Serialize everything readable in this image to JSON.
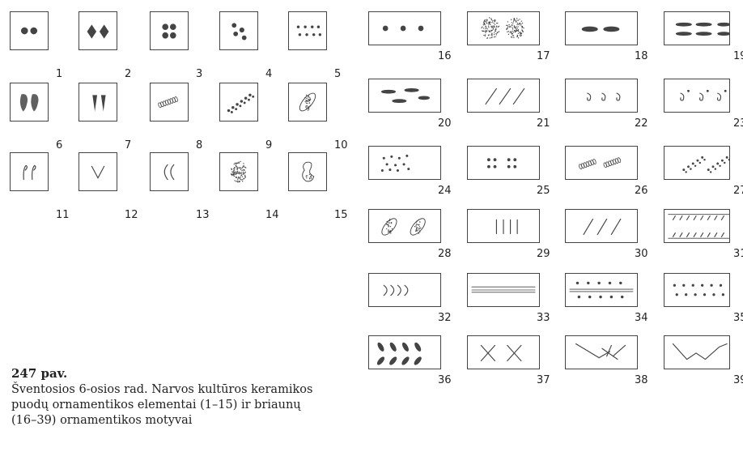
{
  "figure": {
    "title": "247 pav.",
    "description": "Šventosios 6-osios rad. Narvos kultūros keramikos puodų ornamentikos elementai (1–15) ir briaunų (16–39) ornamentikos motyvai"
  },
  "ornament_elements": [
    {
      "number": "1",
      "motif": "two-round-dots"
    },
    {
      "number": "2",
      "motif": "two-diamonds"
    },
    {
      "number": "3",
      "motif": "double-dot-pairs"
    },
    {
      "number": "4",
      "motif": "dot-cluster"
    },
    {
      "number": "5",
      "motif": "small-dot-rows"
    },
    {
      "number": "6",
      "motif": "two-teardrops"
    },
    {
      "number": "7",
      "motif": "two-wedges"
    },
    {
      "number": "8",
      "motif": "cord-impression"
    },
    {
      "number": "9",
      "motif": "diagonal-dot-row"
    },
    {
      "number": "10",
      "motif": "oval-impression"
    },
    {
      "number": "11",
      "motif": "two-hooks"
    },
    {
      "number": "12",
      "motif": "v-shape"
    },
    {
      "number": "13",
      "motif": "two-arcs"
    },
    {
      "number": "14",
      "motif": "dotted-oval"
    },
    {
      "number": "15",
      "motif": "irregular-outline"
    }
  ],
  "rim_motifs": [
    {
      "number": "16",
      "motif": "three-dots"
    },
    {
      "number": "17",
      "motif": "two-stippled-circles"
    },
    {
      "number": "18",
      "motif": "two-dashes"
    },
    {
      "number": "19",
      "motif": "double-dash-rows"
    },
    {
      "number": "20",
      "motif": "scattered-dashes"
    },
    {
      "number": "21",
      "motif": "three-diagonals"
    },
    {
      "number": "22",
      "motif": "three-hooks"
    },
    {
      "number": "23",
      "motif": "hooks-and-dots"
    },
    {
      "number": "24",
      "motif": "scattered-dots"
    },
    {
      "number": "25",
      "motif": "dot-groups"
    },
    {
      "number": "26",
      "motif": "two-cord-impressions"
    },
    {
      "number": "27",
      "motif": "diagonal-dot-bands"
    },
    {
      "number": "28",
      "motif": "two-ovals"
    },
    {
      "number": "29",
      "motif": "four-verticals"
    },
    {
      "number": "30",
      "motif": "three-slants"
    },
    {
      "number": "31",
      "motif": "slanted-hatch-rows"
    },
    {
      "number": "32",
      "motif": "four-arcs"
    },
    {
      "number": "33",
      "motif": "horizontal-double-lines"
    },
    {
      "number": "34",
      "motif": "dots-between-lines"
    },
    {
      "number": "35",
      "motif": "two-dot-rows"
    },
    {
      "number": "36",
      "motif": "oblique-ovals-rows"
    },
    {
      "number": "37",
      "motif": "two-crosses"
    },
    {
      "number": "38",
      "motif": "zigzag-cross"
    },
    {
      "number": "39",
      "motif": "zigzag-line"
    }
  ]
}
